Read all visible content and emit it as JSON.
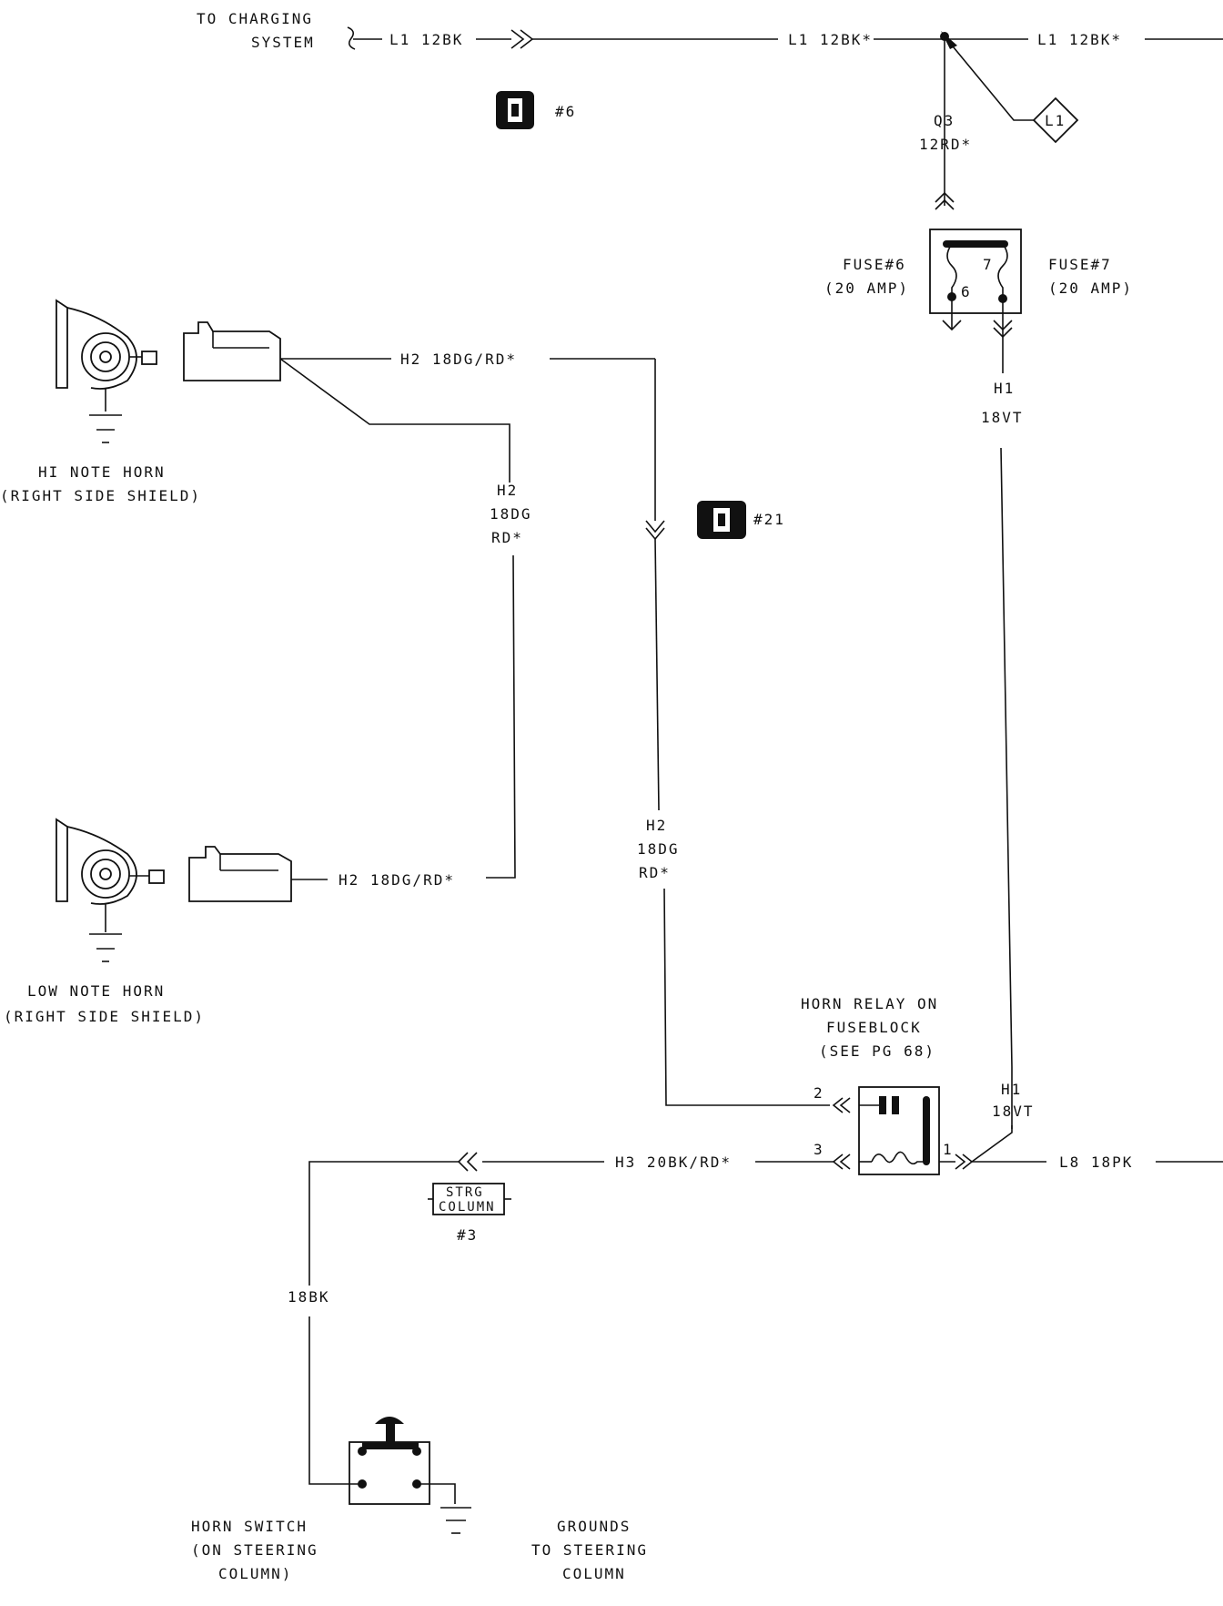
{
  "labels": {
    "to_charging_1": "TO CHARGING",
    "to_charging_2": "SYSTEM",
    "l1_12bk_a": "L1 12BK",
    "l1_12bk_b": "L1 12BK*",
    "l1_12bk_c": "L1 12BK*",
    "l1_diamond": "L1",
    "q3_1": "Q3",
    "q3_2": "12RD*",
    "conn6": "#6",
    "conn21": "#21",
    "fuse6_1": "FUSE#6",
    "fuse6_2": "(20 AMP)",
    "fuse7_1": "FUSE#7",
    "fuse7_2": "(20 AMP)",
    "fuse_num7": "7",
    "fuse_num6": "6",
    "h1_a1": "H1",
    "h1_a2": "18VT",
    "h2_top": "H2 18DG/RD*",
    "h2_v1": "H2",
    "h2_v2": "18DG",
    "h2_v3": "RD*",
    "hi_horn_1": "HI NOTE HORN",
    "hi_horn_2": "(RIGHT SIDE SHIELD)",
    "h2_mid1": "H2",
    "h2_mid2": "18DG",
    "h2_mid3": "RD*",
    "h2_low": "H2 18DG/RD*",
    "low_horn_1": "LOW NOTE HORN",
    "low_horn_2": "(RIGHT SIDE SHIELD)",
    "relay_1": "HORN RELAY ON",
    "relay_2": "FUSEBLOCK",
    "relay_3": "(SEE PG 68)",
    "pin2": "2",
    "pin3": "3",
    "pin1": "1",
    "h1_b1": "H1",
    "h1_b2": "18VT",
    "h3": "H3 20BK/RD*",
    "l8": "L8 18PK",
    "strg_1": "STRG",
    "strg_2": "COLUMN",
    "strg_num": "#3",
    "bk18": "18BK",
    "horn_sw_1": "HORN SWITCH",
    "horn_sw_2": "(ON STEERING",
    "horn_sw_3": "COLUMN)",
    "grounds_1": "GROUNDS",
    "grounds_2": "TO STEERING",
    "grounds_3": "COLUMN"
  }
}
